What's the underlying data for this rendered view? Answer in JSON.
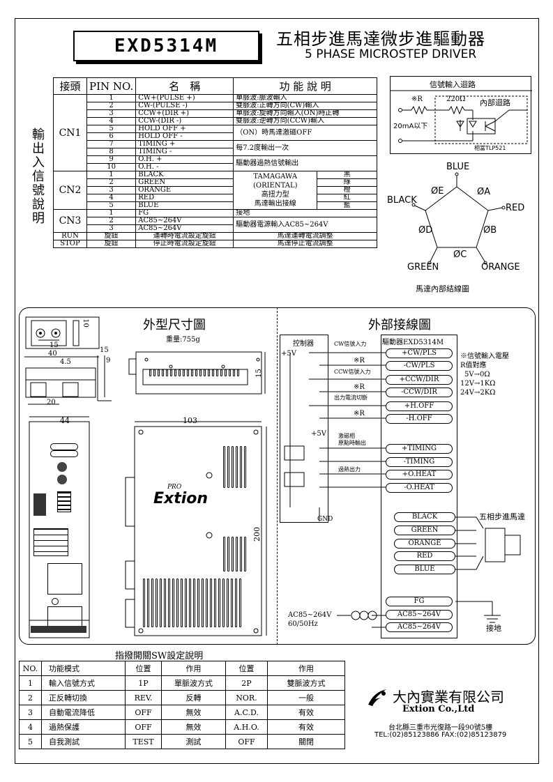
{
  "model": "EXD5314M",
  "title_cn": "五相步進馬達微步進驅動器",
  "title_en": "5 PHASE MICROSTEP DRIVER",
  "side_label": [
    "輸",
    "出",
    "入",
    "信",
    "號",
    "說",
    "明"
  ],
  "pin_table": {
    "headers": [
      "接頭",
      "PIN NO.",
      "名　稱",
      "功 能 說 明"
    ],
    "cn1": {
      "label": "CN1",
      "rows": [
        [
          "1",
          "CW+(PULSE +)",
          "單脈波:脈波輸入"
        ],
        [
          "2",
          "CW-(PULSE -)",
          "雙脈波:正轉方向(CW)輸入"
        ],
        [
          "3",
          "CCW+(DIR +)",
          "單脈波:旋轉方向輸入(ON)時正轉"
        ],
        [
          "4",
          "CCW-(DIR -)",
          "雙脈波:逆轉方向(CCW)輸入"
        ],
        [
          "5",
          "HOLD OFF +",
          "（ON）時馬達激磁OFF"
        ],
        [
          "6",
          "HOLD OFF -",
          ""
        ],
        [
          "7",
          "TIMING +",
          "每7.2度輸出一次"
        ],
        [
          "8",
          "TIMING -",
          ""
        ],
        [
          "9",
          "O.H. +",
          "驅動器過熱信號輸出"
        ],
        [
          "10",
          "O.H. -",
          ""
        ]
      ]
    },
    "cn2": {
      "label": "CN2",
      "rows": [
        [
          "1",
          "BLACK",
          "黑"
        ],
        [
          "2",
          "GREEN",
          "綠"
        ],
        [
          "3",
          "ORANGE",
          "橙"
        ],
        [
          "4",
          "RED",
          "紅"
        ],
        [
          "5",
          "BLUE",
          "藍"
        ]
      ],
      "desc": [
        "TAMAGAWA",
        "(ORIENTAL)",
        "高扭力型",
        "馬達輸出接線"
      ]
    },
    "cn3": {
      "label": "CN3",
      "rows": [
        [
          "1",
          "FG",
          "接地"
        ],
        [
          "2",
          "AC85~264V",
          "驅動器電源輸入AC85~264V"
        ],
        [
          "3",
          "AC85~264V",
          ""
        ]
      ]
    },
    "run": [
      "RUN",
      "旋鈕",
      "運轉時電流設定旋鈕",
      "馬達運轉電流調整"
    ],
    "stop": [
      "STOP",
      "旋鈕",
      "停止時電流設定旋鈕",
      "馬達停止電流調整"
    ]
  },
  "signal_circuit": {
    "title": "信號輸入迴路",
    "r": "※R",
    "r2": "220Ω",
    "internal": "內部迴路",
    "current": "20mA以下",
    "opto": "相當TLP521"
  },
  "motor_diagram": {
    "blue": "BLUE",
    "black": "BLACK",
    "red": "RED",
    "green": "GREEN",
    "orange": "ORANGE",
    "pa": "ØA",
    "pb": "ØB",
    "pc": "ØC",
    "pd": "ØD",
    "pe": "ØE",
    "caption": "馬達內部結線圖"
  },
  "dims": {
    "title": "外型尺寸圖",
    "weight": "重量:755g",
    "d15a": "15",
    "d40": "40",
    "d15b": "15",
    "d4_5": "4.5",
    "d20": "20",
    "d10": "10",
    "d9": "9",
    "d15c": "15",
    "d44": "44",
    "d103": "103",
    "d200": "200",
    "brand": "Extion",
    "pro": "PRO"
  },
  "wiring": {
    "title": "外部接線圖",
    "controller": "控制器",
    "driver": "驅動器EXD5314M",
    "v5": "+5V",
    "v5b": "+5V",
    "cw_in": "CW信號入力",
    "ccw_in": "CCW信號入力",
    "out_cut": "出力電流切斷",
    "r": "※R",
    "exc": "激磁相",
    "origin": "原點時輸出",
    "oh_out": "過熱出力",
    "gnd": "GND",
    "terms": [
      "+CW/PLS",
      "-CW/PLS",
      "+CCW/DIR",
      "-CCW/DIR",
      "+H.OFF",
      "-H.OFF",
      "+TIMING",
      "-TIMING",
      "+O.HEAT",
      "-O.HEAT"
    ],
    "motor_terms": [
      "BLACK",
      "GREEN",
      "ORANGE",
      "RED",
      "BLUE"
    ],
    "motor": "五相步進馬達",
    "power_terms": [
      "FG",
      "AC85~264V",
      "AC85~264V"
    ],
    "ac": "AC85~264V",
    "hz": "60/50Hz",
    "earth": "接地",
    "note": [
      "※信號輸入電壓",
      "R值對應",
      "5V→0Ω",
      "12V→1KΩ",
      "24V→2KΩ"
    ]
  },
  "sw_table": {
    "title": "指撥開關SW設定說明",
    "headers": [
      "NO.",
      "功能模式",
      "位置",
      "作用",
      "位置",
      "作用"
    ],
    "rows": [
      [
        "1",
        "輸入信號方式",
        "1P",
        "單脈波方式",
        "2P",
        "雙脈波方式"
      ],
      [
        "2",
        "正反轉切換",
        "REV.",
        "反轉",
        "NOR.",
        "一般"
      ],
      [
        "3",
        "自動電流降低",
        "OFF",
        "無效",
        "A.C.D.",
        "有效"
      ],
      [
        "4",
        "過熱保護",
        "OFF",
        "無效",
        "A.H.O.",
        "有效"
      ],
      [
        "5",
        "自我測試",
        "TEST",
        "測試",
        "OFF",
        "關閉"
      ]
    ]
  },
  "company": {
    "name_cn": "大內實業有限公司",
    "name_en": "Extion Co.,Ltd",
    "address": "台北縣三重市光復路一段90號5樓",
    "tel": "TEL:(02)85123886 FAX:(02)85123879"
  }
}
